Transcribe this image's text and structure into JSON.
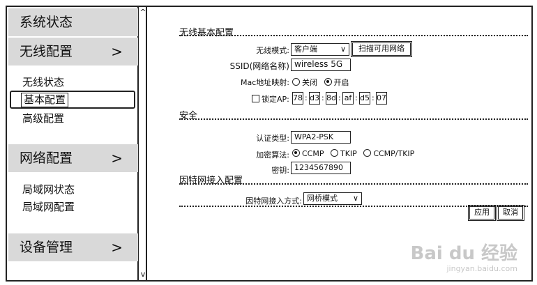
{
  "sidebar": {
    "sections": [
      {
        "title": "系统状态"
      },
      {
        "title": "无线配置",
        "chevron": ">",
        "items": [
          "无线状态",
          "基本配置",
          "高级配置"
        ]
      },
      {
        "title": "网络配置",
        "chevron": ">",
        "items": [
          "局域网状态",
          "局域网配置"
        ]
      },
      {
        "title": "设备管理",
        "chevron": ">"
      }
    ]
  },
  "scrollbar": {
    "up": "^",
    "down": "v"
  },
  "basic": {
    "title": "无线基本配置",
    "mode_label": "无线模式:",
    "mode_value": "客户端",
    "scan_button": "扫描可用网络",
    "ssid_label": "SSID(网络名称)",
    "ssid_value": "wireless 5G",
    "mac_label": "Mac地址映射:",
    "mac_off": "关闭",
    "mac_on": "开启",
    "mac_selected": "on",
    "lock_ap_label": "锁定AP:",
    "lock_ap_checked": false,
    "mac_octets": [
      "78",
      "d3",
      "8d",
      "af",
      "d5",
      "07"
    ]
  },
  "security": {
    "title": "安全",
    "auth_label": "认证类型:",
    "auth_value": "WPA2-PSK",
    "cipher_label": "加密算法:",
    "ciphers": [
      "CCMP",
      "TKIP",
      "CCMP/TKIP"
    ],
    "cipher_selected": "CCMP",
    "key_label": "密钥:",
    "key_value": "1234567890"
  },
  "internet": {
    "title": "因特网接入配置",
    "mode_label": "因特网接入方式:",
    "mode_value": "网桥模式"
  },
  "actions": {
    "apply": "应用",
    "cancel": "取消"
  },
  "watermark": {
    "brand": "Bai du 经验",
    "url": "jingyan.baidu.com"
  },
  "colors": {
    "sidebar_header_bg": "#d9d9d9",
    "border": "#222222"
  }
}
